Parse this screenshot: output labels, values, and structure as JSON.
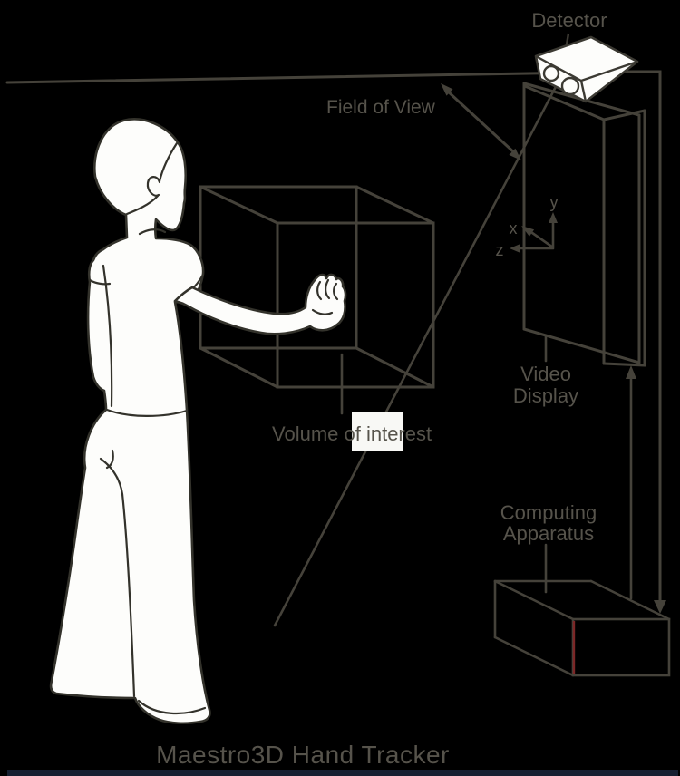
{
  "diagram": {
    "title": "Maestro3D Hand Tracker",
    "labels": {
      "detector": "Detector",
      "field_of_view": "Field of View",
      "volume_of_interest": "Volume of interest",
      "video_display": {
        "line1": "Video",
        "line2": "Display"
      },
      "computing_apparatus": {
        "line1": "Computing",
        "line2": "Apparatus"
      },
      "axes": {
        "x": "x",
        "y": "y",
        "z": "z"
      }
    },
    "colors": {
      "background": "#000000",
      "line": "#45423a",
      "text": "#56534b",
      "figure_outline": "#33322b",
      "figure_fill": "#fdfdfb",
      "label_chip": "#f8f8f5",
      "apparatus_edge_accent": "#7c2727",
      "bottom_strip": "#1a2335"
    }
  }
}
